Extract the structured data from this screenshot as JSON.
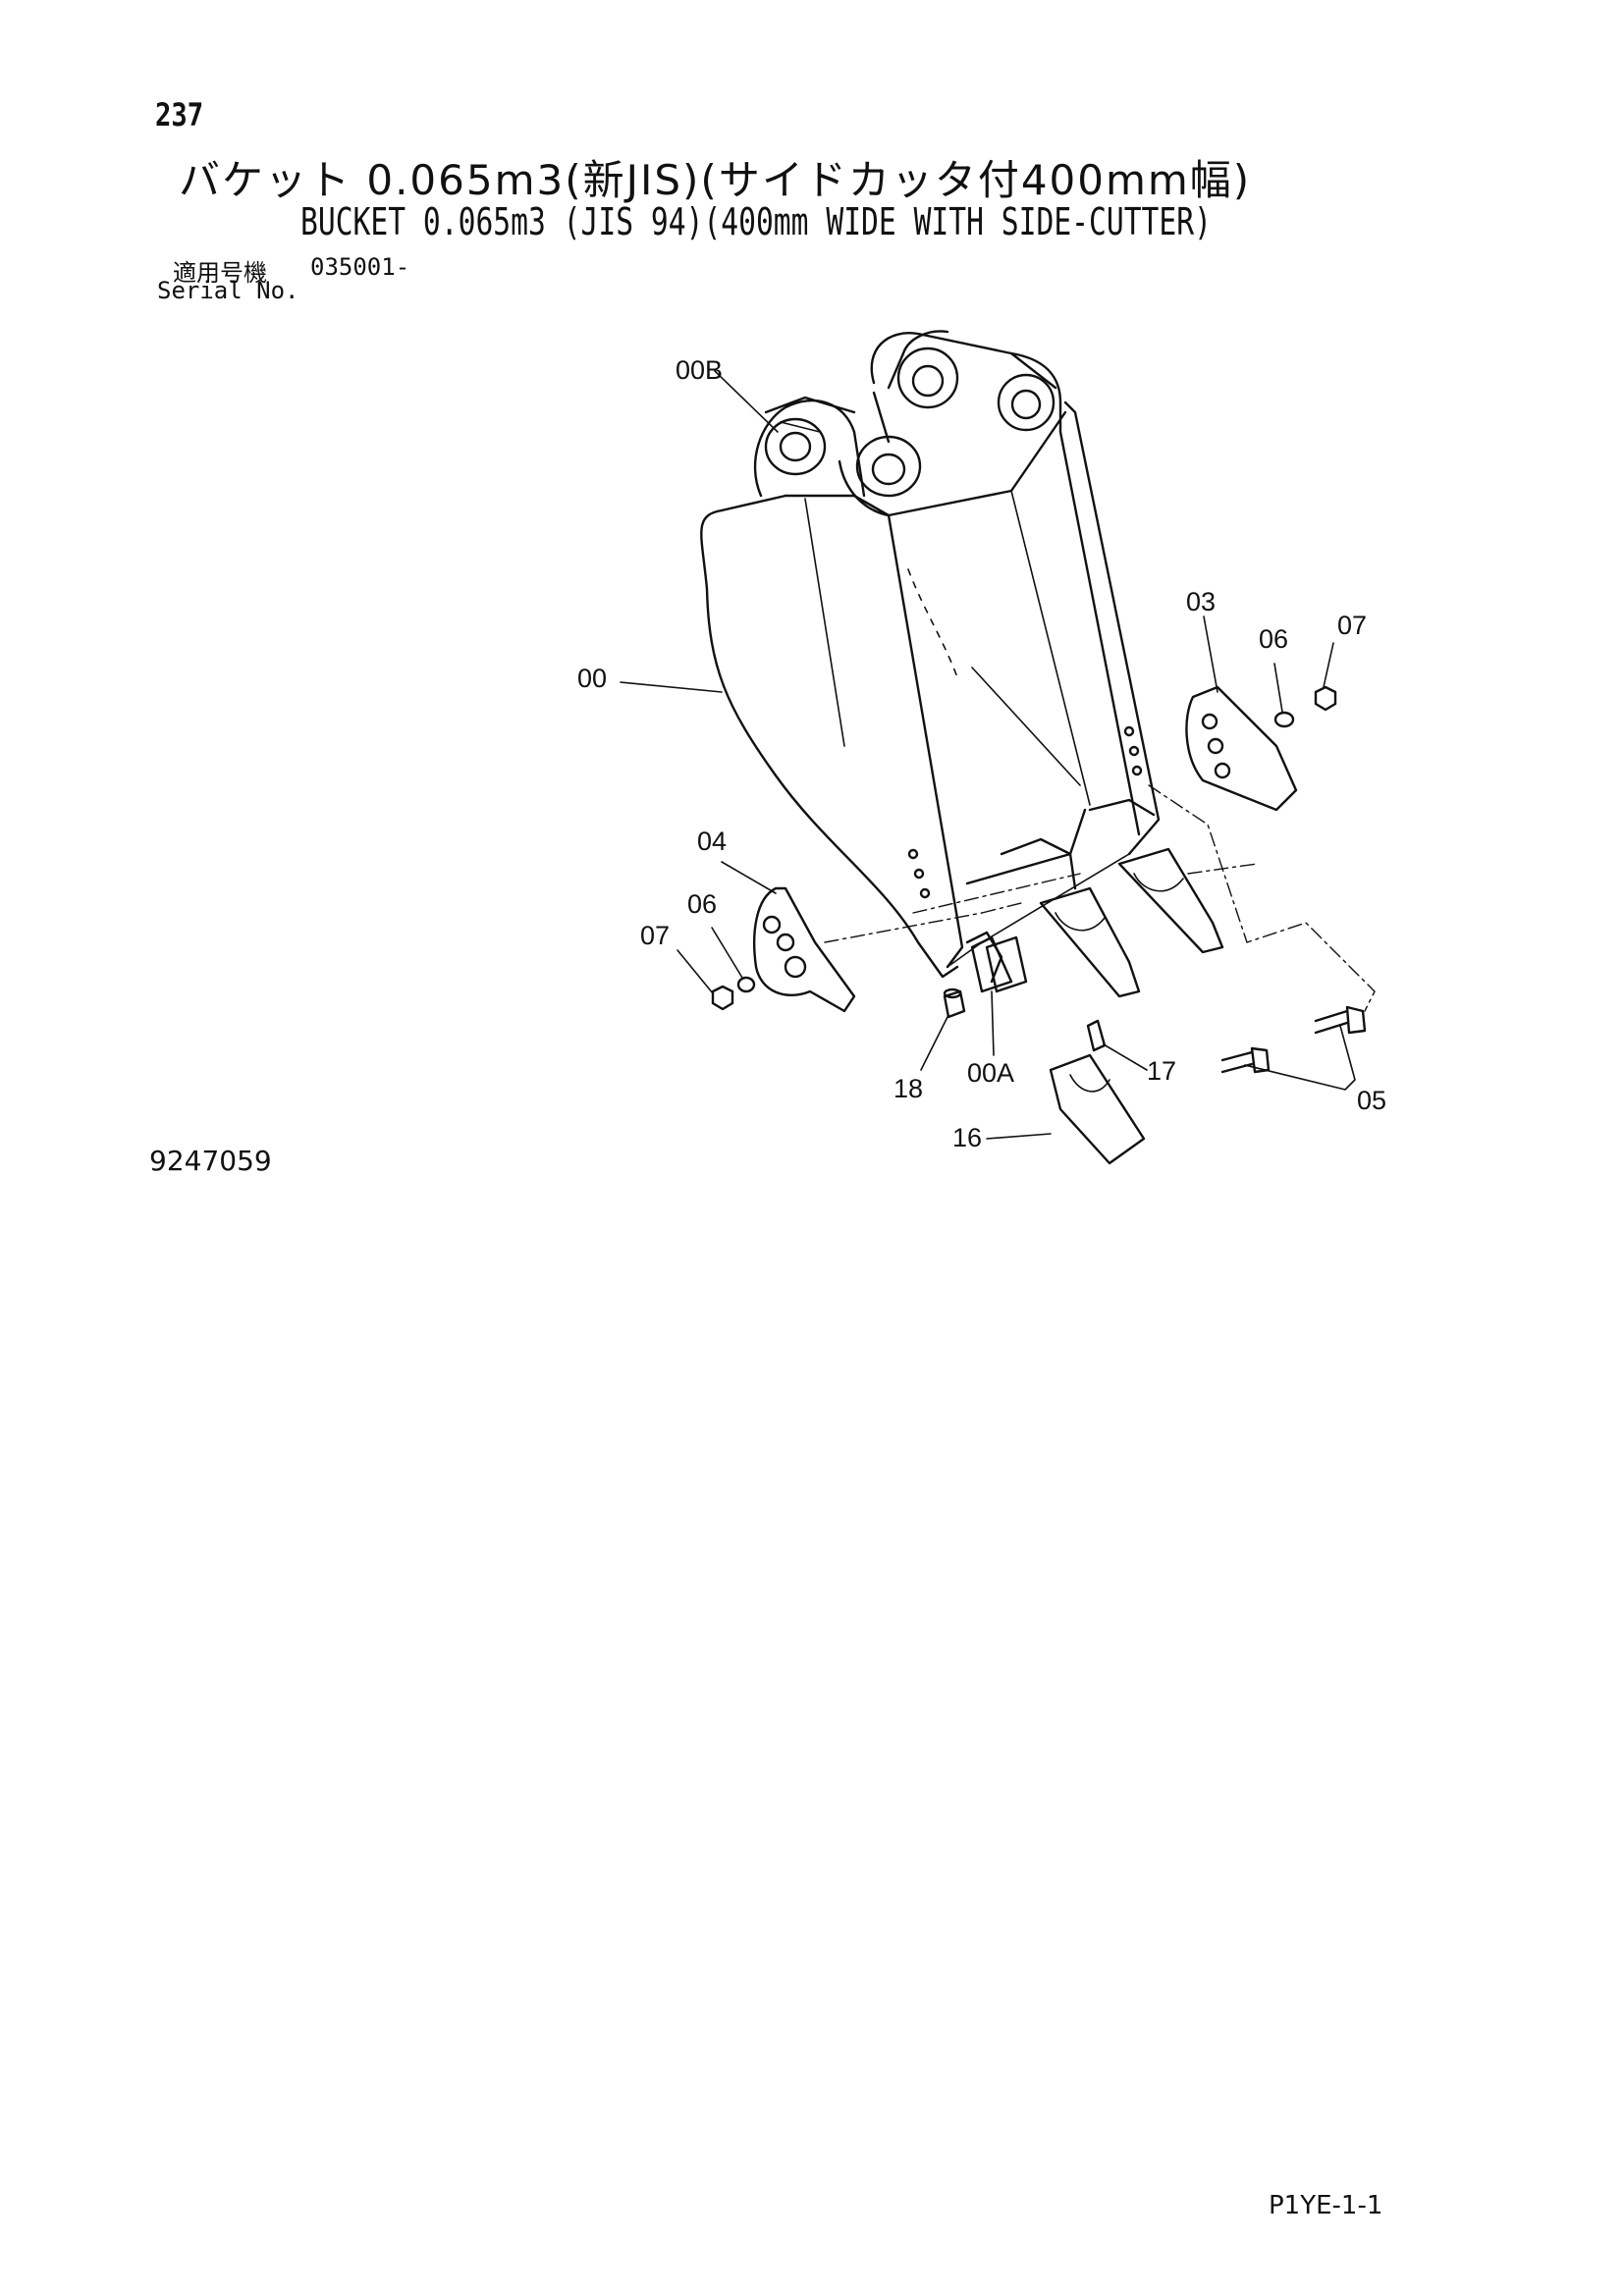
{
  "page": {
    "number": "237",
    "title_jp": "バケット 0.065m3(新JIS)(サイドカッタ付400mm幅)",
    "title_en": "BUCKET 0.065m3 (JIS 94)(400mm WIDE WITH SIDE-CUTTER)",
    "serial_label_jp": "適用号機",
    "serial_value": "035001-",
    "serial_label_en": "Serial No.",
    "drawing_number": "9247059",
    "footer_code": "P1YE-1-1"
  },
  "callouts": {
    "c00B": "00B",
    "c00": "00",
    "c03": "03",
    "c06r": "06",
    "c07r": "07",
    "c04": "04",
    "c06l": "06",
    "c07l": "07",
    "c18": "18",
    "c00A": "00A",
    "c17": "17",
    "c05": "05",
    "c16": "16"
  }
}
